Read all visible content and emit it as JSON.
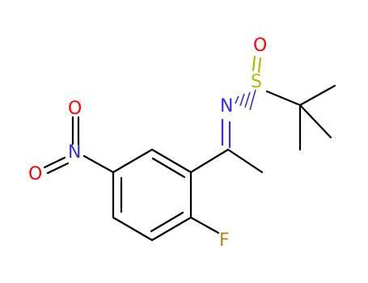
{
  "molecule": {
    "atoms": {
      "O_sulfinyl": {
        "label": "O",
        "color": "#ff0000"
      },
      "S": {
        "label": "S",
        "color": "#b8b800"
      },
      "N_imine": {
        "label": "N",
        "color": "#3333cc"
      },
      "N_nitro": {
        "label": "N",
        "color": "#3333cc"
      },
      "O_nitro_top": {
        "label": "O",
        "color": "#ff0000"
      },
      "O_nitro_left": {
        "label": "O",
        "color": "#ff0000"
      },
      "F": {
        "label": "F",
        "color": "#b8860b"
      }
    },
    "bond_color": "#000000",
    "imine_bond_color": "#3333cc",
    "sulfur_bond_color": "#b8b800"
  }
}
